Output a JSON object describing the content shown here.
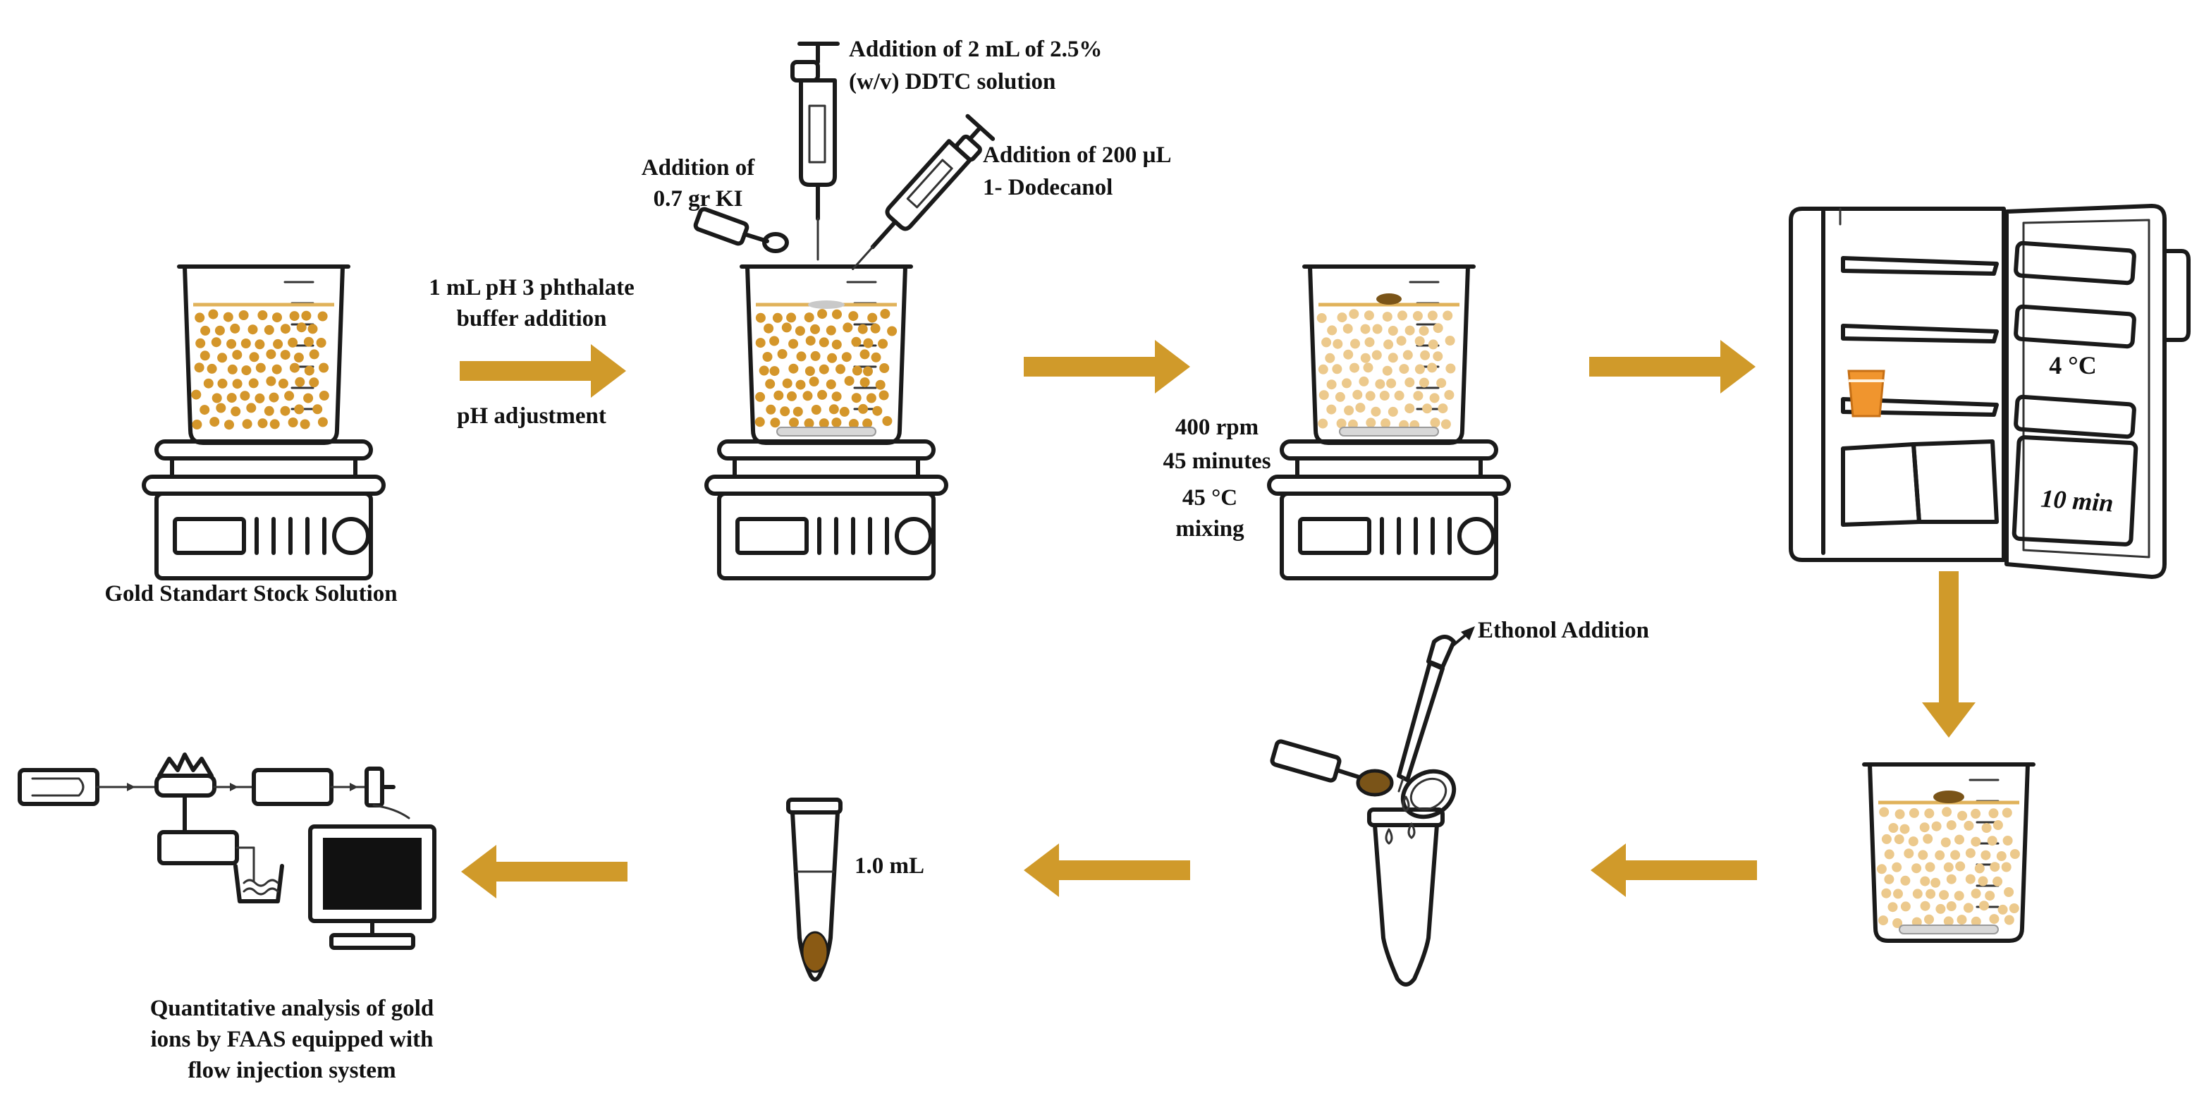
{
  "labels": {
    "stock": "Gold Standart Stock Solution",
    "buffer_line1": "1 mL pH 3 phthalate",
    "buffer_line2": "buffer addition",
    "ph_adjust": "pH adjustment",
    "ki_line1": "Addition of",
    "ki_line2": "0.7 gr KI",
    "ddtc_line1": "Addition of 2 mL of 2.5%",
    "ddtc_line2": "(w/v) DDTC solution",
    "dod_line1": "Addition of 200 µL",
    "dod_line2": "1- Dodecanol",
    "mix_rpm": "400 rpm",
    "mix_time": "45 minutes",
    "mix_temp": "45 °C",
    "mix_word": "mixing",
    "fridge_temp": "4 °C",
    "fridge_time": "10 min",
    "ethanol": "Ethonol Addition",
    "volume": "1.0 mL",
    "analysis_line1": "Quantitative analysis of gold",
    "analysis_line2": "ions by FAAS equipped with",
    "analysis_line3": "flow injection system"
  },
  "colors": {
    "arrow": "#d09a2a",
    "gold_dot": "#d4962a",
    "pale_dot": "#ecc98c",
    "phase": "#7a5418",
    "pellet": "#8a5a14",
    "orange_cup": "#f0952e",
    "outline": "#1a1a1a"
  }
}
